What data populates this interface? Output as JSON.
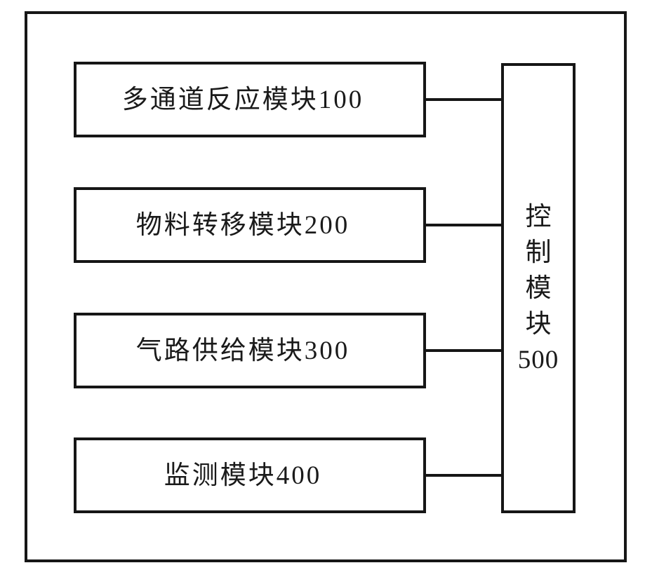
{
  "figure": {
    "modules": [
      {
        "label": "多通道反应模块100"
      },
      {
        "label": "物料转移模块200"
      },
      {
        "label": "气路供给模块300"
      },
      {
        "label": "监测模块400"
      }
    ],
    "control": {
      "label": "控制模块500",
      "chars": [
        "控",
        "制",
        "模",
        "块"
      ],
      "number": "500"
    },
    "colors": {
      "line": "#161616",
      "background": "#ffffff",
      "text": "#1a1a1a"
    }
  }
}
